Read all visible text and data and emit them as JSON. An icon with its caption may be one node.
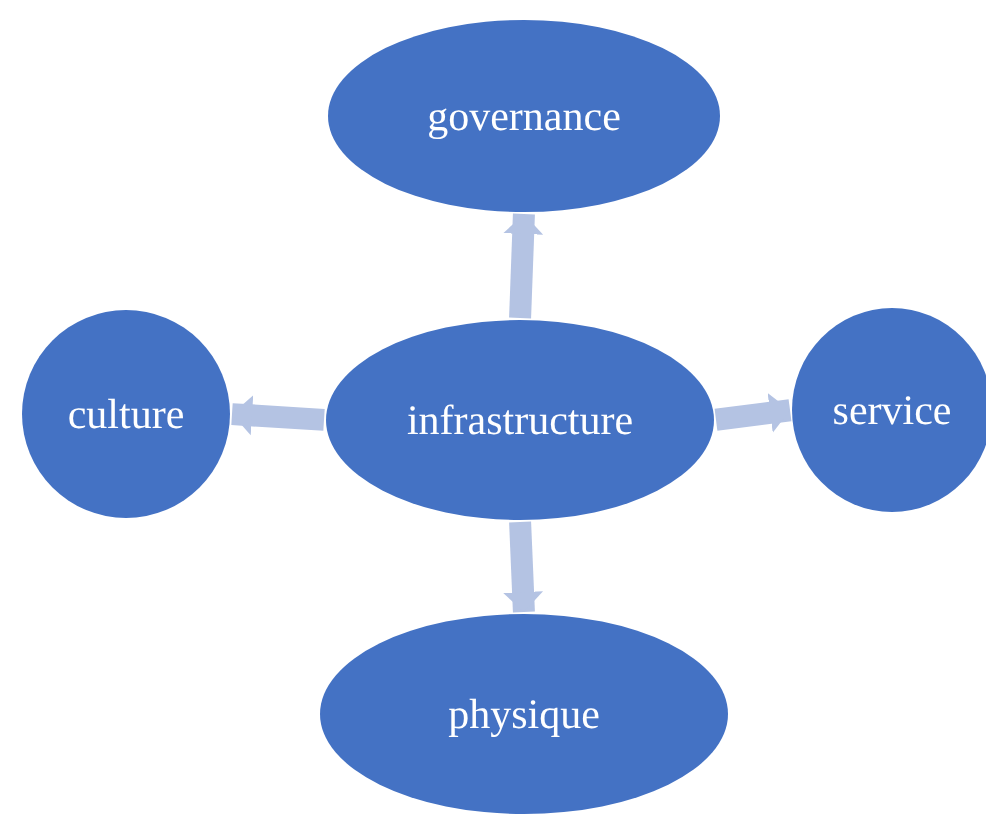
{
  "diagram": {
    "nodes": [
      {
        "text": [
          "governance"
        ]
      },
      {
        "text": [
          "culture"
        ]
      },
      {
        "text": [
          "infrastructure"
        ]
      },
      {
        "text": [
          "service"
        ]
      },
      {
        "text": [
          "physique"
        ]
      }
    ],
    "edges": [
      {
        "from": 2,
        "to": 0,
        "arrow": "to"
      },
      {
        "from": 2,
        "to": 1,
        "arrow": "to"
      },
      {
        "from": 2,
        "to": 3,
        "arrow": "to"
      },
      {
        "from": 2,
        "to": 4,
        "arrow": "to"
      }
    ]
  }
}
